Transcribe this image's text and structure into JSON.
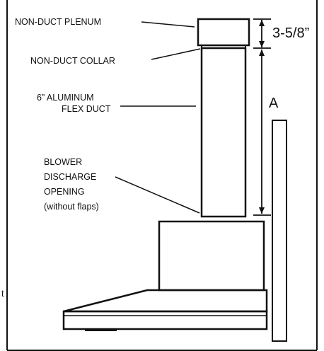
{
  "labels": {
    "plenum": "NON-DUCT PLENUM",
    "collar": "NON-DUCT COLLAR",
    "duct_line1": "6”  ALUMINUM",
    "duct_line2": "FLEX  DUCT",
    "blower_line1": "BLOWER",
    "blower_line2": "DISCHARGE",
    "blower_line3": "OPENING",
    "blower_line4": "(without flaps)",
    "edge_fragment": "t"
  },
  "dimensions": {
    "plenum_height": "3-5/8”",
    "duct_length": "A"
  },
  "colors": {
    "line": "#111111",
    "background": "#ffffff"
  }
}
